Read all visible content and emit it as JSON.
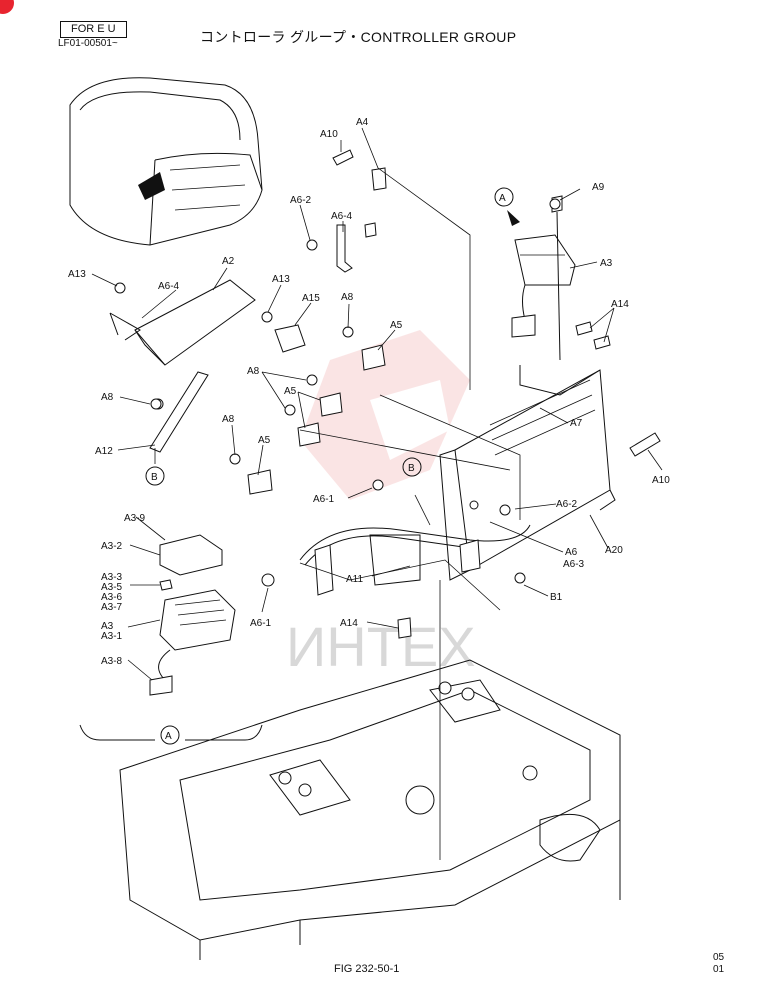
{
  "header": {
    "market_label": "FOR E U",
    "serial_range": "LF01-00501~",
    "title": "コントローラ グループ・CONTROLLER GROUP"
  },
  "footer": {
    "figure_number": "FIG 232-50-1",
    "page_line1": "05",
    "page_line2": "01"
  },
  "watermark": "ИНТЕХ",
  "detail_markers": {
    "a": "A",
    "b": "B"
  },
  "callouts": {
    "a10_top": "A10",
    "a4": "A4",
    "a9": "A9",
    "a3_top": "A3",
    "a6_2_top": "A6-2",
    "a6_4_top": "A6-4",
    "a14_top": "A14",
    "a13_left": "A13",
    "a2": "A2",
    "a6_4_left": "A6-4",
    "a13_mid": "A13",
    "a15": "A15",
    "a8_mid": "A8",
    "a5_mid": "A5",
    "a8_left": "A8",
    "a12": "A12",
    "a8_pair": "A8",
    "a5_pair": "A5",
    "a8_low": "A8",
    "a5_low": "A5",
    "a7": "A7",
    "a10_right": "A10",
    "a6_1_mid": "A6-1",
    "a6_2_right": "A6-2",
    "a6": "A6",
    "a6_3": "A6-3",
    "a20": "A20",
    "a11": "A11",
    "b1": "B1",
    "a6_1_low": "A6-1",
    "a14_low": "A14",
    "a3_9": "A3-9",
    "a3_2": "A3-2",
    "a3_3": "A3-3",
    "a3_5": "A3-5",
    "a3_6": "A3-6",
    "a3_7": "A3-7",
    "a3": "A3",
    "a3_1": "A3-1",
    "a3_8": "A3-8"
  },
  "colors": {
    "badge": "#e8242f",
    "ink": "#111111",
    "watermark": "#d8d8d8"
  }
}
